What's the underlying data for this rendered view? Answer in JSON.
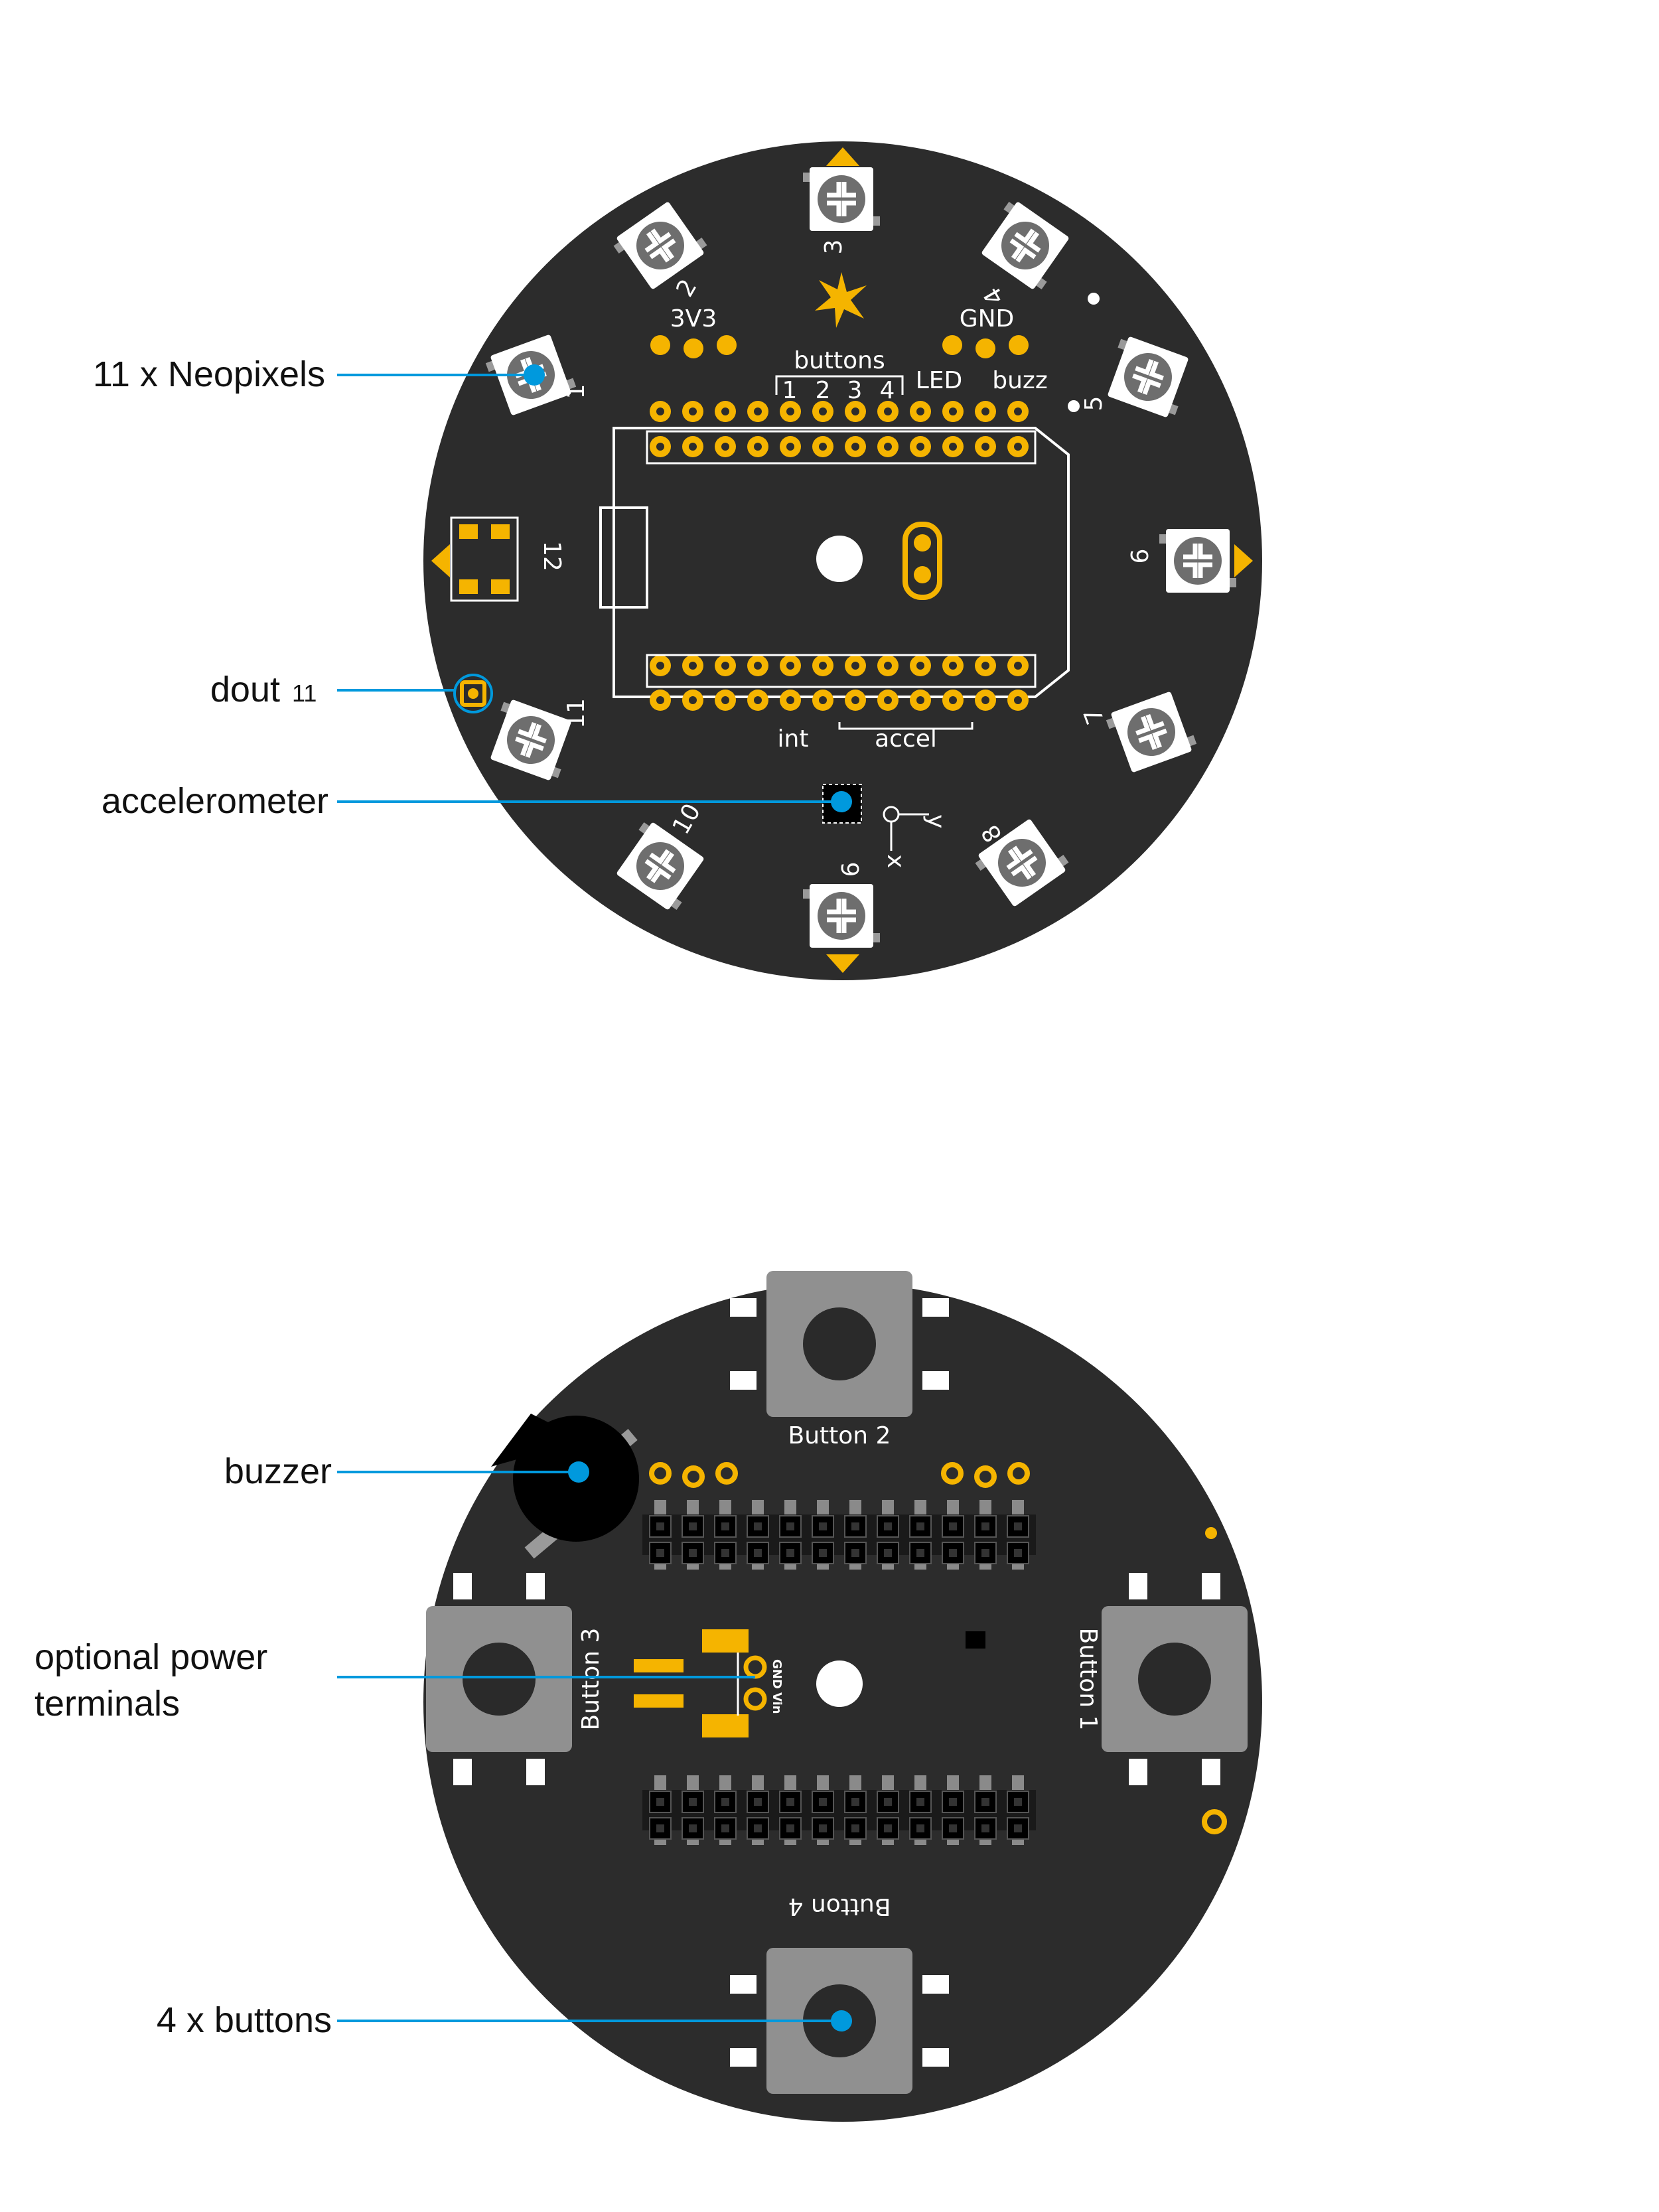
{
  "colors": {
    "board": "#2c2c2c",
    "pad": "#f5b400",
    "callout": "#0099dd",
    "led_body": "#ffffff",
    "led_lens": "#6e6e6e",
    "button_body": "#909090",
    "button_cap": "#2a2a2a",
    "grey_pad": "#9a9a9a"
  },
  "callouts": {
    "neopixels": "11 x Neopixels",
    "dout": "dout",
    "dout_pin": "11",
    "accelerometer": "accelerometer",
    "buzzer": "buzzer",
    "power_line1": "optional power",
    "power_line2": "terminals",
    "buttons": "4 x buttons"
  },
  "front": {
    "label_3v3": "3V3",
    "label_gnd": "GND",
    "label_buttons": "buttons",
    "btn_1": "1",
    "btn_2": "2",
    "btn_3": "3",
    "btn_4": "4",
    "label_led": "LED",
    "label_buzz": "buzz",
    "label_int": "int",
    "label_accel": "accel",
    "axis_x": "x",
    "axis_y": "y",
    "led_numbers": [
      "1",
      "2",
      "3",
      "4",
      "5",
      "6",
      "7",
      "8",
      "9",
      "10",
      "11",
      "12"
    ]
  },
  "back": {
    "button_1": "Button 1",
    "button_2": "Button 2",
    "button_3": "Button 3",
    "button_4": "Button 4",
    "gnd": "GND",
    "vin": "Vin"
  }
}
